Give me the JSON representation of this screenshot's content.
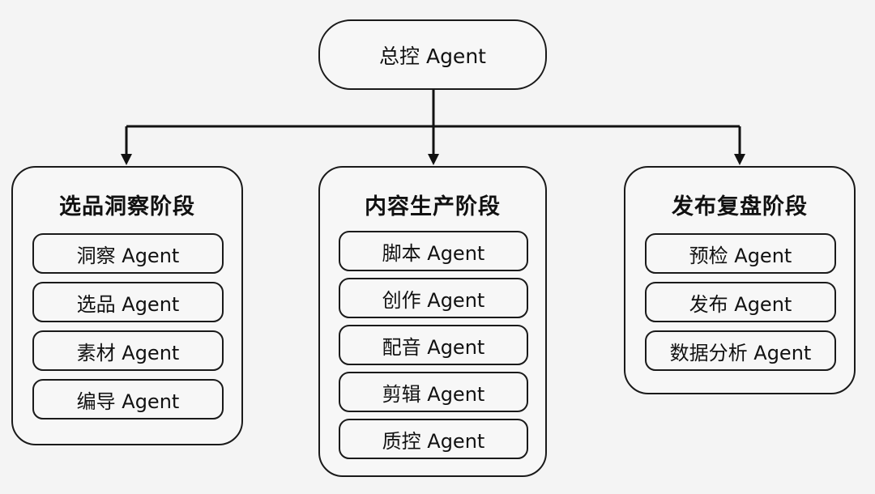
{
  "root": {
    "label": "总控 Agent"
  },
  "stages": [
    {
      "title": "选品洞察阶段",
      "agents": [
        "洞察 Agent",
        "选品 Agent",
        "素材 Agent",
        "编导 Agent"
      ]
    },
    {
      "title": "内容生产阶段",
      "agents": [
        "脚本 Agent",
        "创作 Agent",
        "配音 Agent",
        "剪辑 Agent",
        "质控 Agent"
      ]
    },
    {
      "title": "发布复盘阶段",
      "agents": [
        "预检 Agent",
        "发布 Agent",
        "数据分析 Agent"
      ]
    }
  ]
}
